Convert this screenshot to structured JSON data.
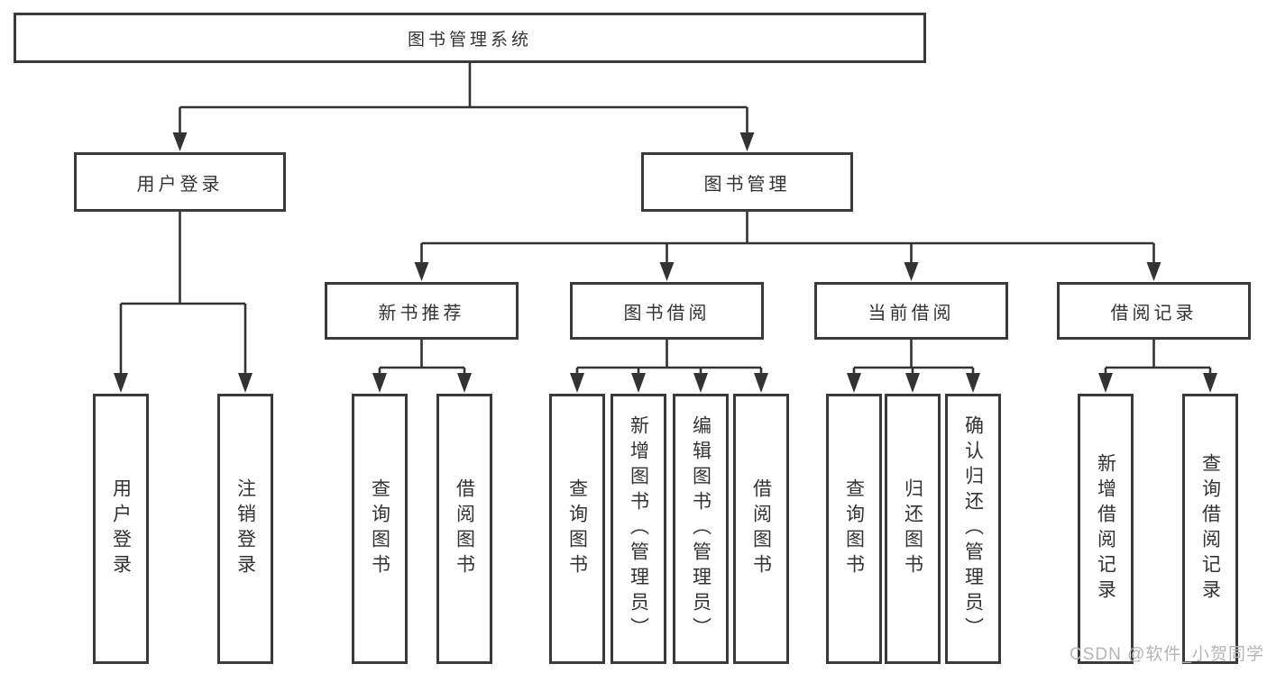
{
  "diagram": {
    "root": {
      "label": "图书管理系统"
    },
    "branches": [
      {
        "label": "用户登录",
        "children": [
          {
            "label": "用户登录"
          },
          {
            "label": "注销登录"
          }
        ]
      },
      {
        "label": "图书管理",
        "sections": [
          {
            "label": "新书推荐",
            "children": [
              {
                "label": "查询图书"
              },
              {
                "label": "借阅图书"
              }
            ]
          },
          {
            "label": "图书借阅",
            "children": [
              {
                "label": "查询图书"
              },
              {
                "label": "新增图书（管理员）"
              },
              {
                "label": "编辑图书（管理员）"
              },
              {
                "label": "借阅图书"
              }
            ]
          },
          {
            "label": "当前借阅",
            "children": [
              {
                "label": "查询图书"
              },
              {
                "label": "归还图书"
              },
              {
                "label": "确认归还（管理员）"
              }
            ]
          },
          {
            "label": "借阅记录",
            "children": [
              {
                "label": "新增借阅记录"
              },
              {
                "label": "查询借阅记录"
              }
            ]
          }
        ]
      }
    ]
  },
  "watermark": {
    "text": "CSDN @软件_小贺同学"
  },
  "colors": {
    "line": "#333333",
    "border": "#3a3a3a",
    "text": "#333333",
    "background": "#ffffff",
    "watermark": "#b5b5b5"
  }
}
